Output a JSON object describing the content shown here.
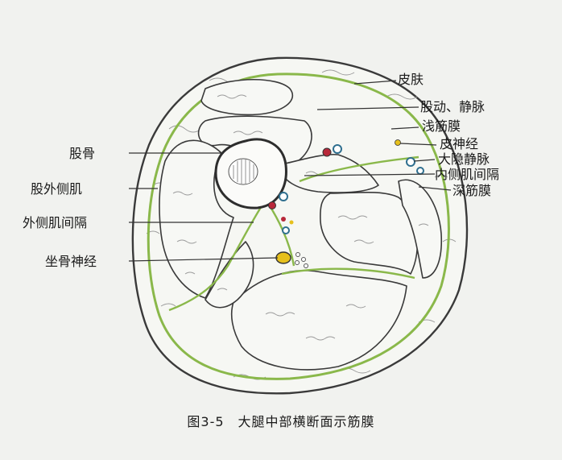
{
  "labels": {
    "skin": "皮肤",
    "femoral_vessels": "股动、静脉",
    "superficial_fascia": "浅筋膜",
    "cutaneous_nerve": "皮神经",
    "great_saphenous_vein": "大隐静脉",
    "medial_intermuscular_septum": "内侧肌间隔",
    "deep_fascia": "深筋膜",
    "femur": "股骨",
    "vastus_lateralis": "股外侧肌",
    "lateral_intermuscular_septum": "外侧肌间隔",
    "sciatic_nerve": "坐骨神经"
  },
  "caption": "图3-5　大腿中部横断面示筋膜",
  "colors": {
    "background": "#f1f2ef",
    "fascia_green": "#8ab84a",
    "outline": "#3a3a3a",
    "artery_red": "#b8283a",
    "vein_blue": "#2f6f8f",
    "nerve_yellow": "#e6c01c"
  }
}
